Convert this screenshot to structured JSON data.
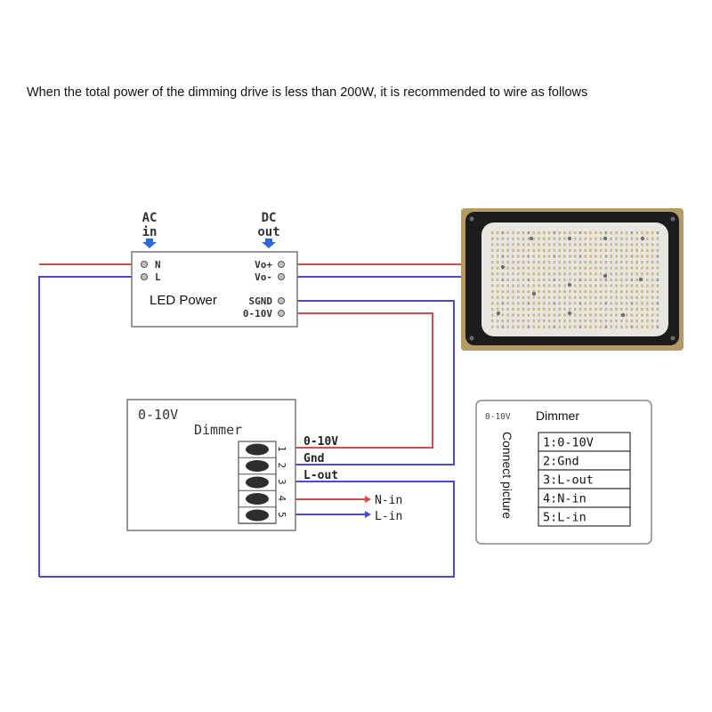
{
  "heading": "When the total power of the dimming drive is less than 200W, it is recommended to wire as follows",
  "power_supply": {
    "ac_label": "AC",
    "ac_sub": "in",
    "dc_label": "DC",
    "dc_sub": "out",
    "name": "LED Power",
    "terminals": {
      "n": "N",
      "l": "L",
      "vo_plus": "Vo+",
      "vo_minus": "Vo-",
      "sgnd": "SGND",
      "dim": "0-10V"
    }
  },
  "dimmer": {
    "title_line1": "0-10V",
    "title_line2": "Dimmer",
    "terminal_numbers": [
      "1",
      "2",
      "3",
      "4",
      "5"
    ],
    "wire_labels": [
      "0-10V",
      "Gnd",
      "L-out"
    ],
    "input_labels": [
      "N-in",
      "L-in"
    ]
  },
  "legend": {
    "title_small": "0-10V",
    "title": "Dimmer",
    "side_label": "Connect picture",
    "entries": [
      "1:0-10V",
      "2:Gnd",
      "3:L-out",
      "4:N-in",
      "5:L-in"
    ]
  },
  "colors": {
    "red_wire": "#d94b4b",
    "blue_wire": "#4a4ad0",
    "box_stroke": "#777777",
    "text": "#222222",
    "panel_frame": "#1c1c1c",
    "panel_board": "#e8e6e0"
  }
}
